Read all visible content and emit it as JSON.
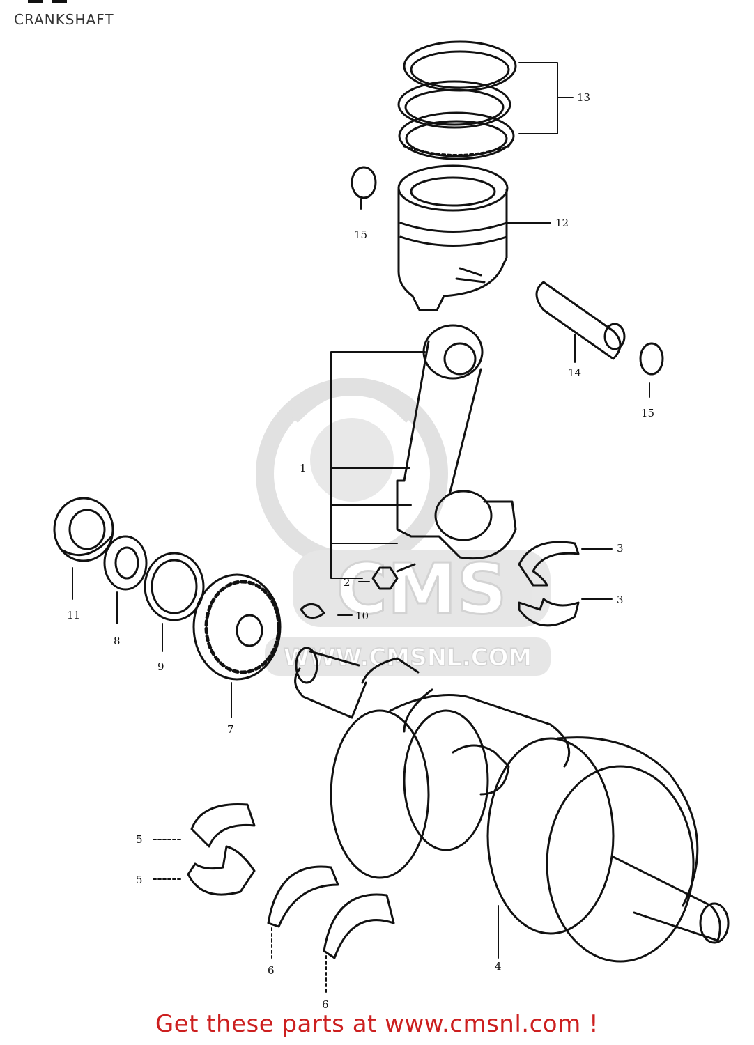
{
  "header": {
    "title": "CRANKSHAFT"
  },
  "parts": {
    "connecting_rod": "1",
    "crank_pin_nut": "2",
    "conrod_bearing_upper": "3",
    "conrod_bearing_lower": "3",
    "crankshaft": "4",
    "crank_bearing_upper": "5",
    "crank_bearing_lower": "5",
    "thrust_washer_a": "6",
    "thrust_washer_b": "6",
    "primary_gear": "7",
    "bearing_8": "8",
    "washer_9": "9",
    "key_10": "10",
    "bearing_11": "11",
    "piston": "12",
    "piston_ring_set": "13",
    "piston_pin": "14",
    "circlip_a": "15",
    "circlip_b": "15"
  },
  "watermark": {
    "brand": "CMS",
    "url": "WWW.CMSNL.COM"
  },
  "footer": {
    "cta": "Get these parts at www.cmsnl.com !"
  },
  "colors": {
    "line": "#111111",
    "footer_text": "#cc1f1f",
    "watermark": "#d9d9d9"
  }
}
